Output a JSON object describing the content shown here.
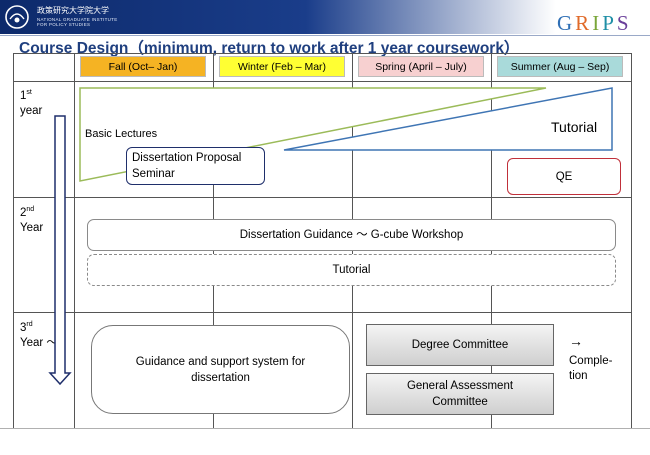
{
  "header": {
    "institution_jp": "政策研究大学院大学",
    "institution_en_line1": "NATIONAL GRADUATE INSTITUTE",
    "institution_en_line2": "FOR POLICY STUDIES",
    "logo_small_text": "GRIPS",
    "grips_logo": [
      "G",
      "R",
      "I",
      "P",
      "S"
    ],
    "grips_logo_colors": [
      "#2f6fb5",
      "#e06a2a",
      "#7aa63a",
      "#1f8fa6",
      "#6a3f9a"
    ],
    "band_color": "#0d2a6b"
  },
  "title": "Course Design（minimum, return to work after 1 year coursework）",
  "seasons": [
    {
      "label": "Fall (Oct– Jan)",
      "color": "#f5b323"
    },
    {
      "label": "Winter (Feb – Mar)",
      "color": "#ffff33"
    },
    {
      "label": "Spring (April – July)",
      "color": "#f7d0d0"
    },
    {
      "label": "Summer (Aug – Sep)",
      "color": "#a9dada"
    }
  ],
  "years": [
    {
      "ordinal": "1",
      "suffix": "st",
      "word": "year"
    },
    {
      "ordinal": "2",
      "suffix": "nd",
      "word": "Year"
    },
    {
      "ordinal": "3",
      "suffix": "rd",
      "word": "Year ～"
    }
  ],
  "year1": {
    "basic_lectures": "Basic Lectures",
    "tutorial": "Tutorial",
    "dissertation_proposal_line1": "Dissertation Proposal",
    "dissertation_proposal_line2": "Seminar",
    "qe": "QE",
    "basic_lectures_color": "#9bbb59",
    "tutorial_color": "#3f75b4"
  },
  "year2": {
    "guidance_workshop": "Dissertation Guidance ～ G-cube Workshop",
    "tutorial": "Tutorial"
  },
  "year3": {
    "support_line1": "Guidance and support system for",
    "support_line2": "dissertation",
    "degree_committee": "Degree Committee",
    "general_assessment_line1": "General Assessment",
    "general_assessment_line2": "Committee",
    "completion_arrow": "→",
    "completion_line1": "Comple-",
    "completion_line2": "tion"
  },
  "colors": {
    "title": "#1f3f7f",
    "timeline_arrow": "#1f2f6b",
    "qe_border": "#c0303a"
  }
}
